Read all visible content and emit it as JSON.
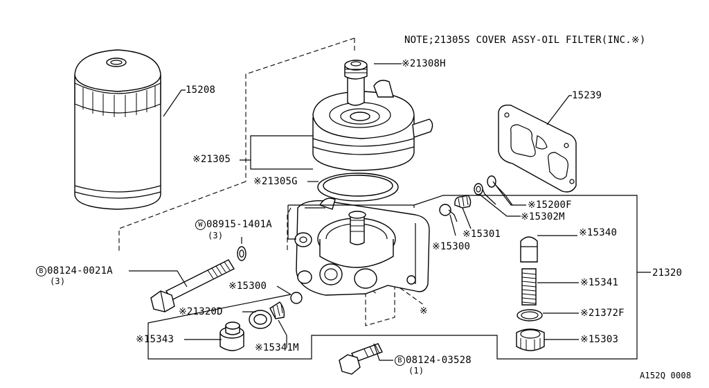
{
  "note": "NOTE;21305S COVER ASSY-OIL FILTER(INC.※)",
  "figure_code": "A152Q 0008",
  "labels": {
    "p15208": "15208",
    "p21308H": "※21308H",
    "p15239": "15239",
    "p21305": "※21305",
    "p21305G": "※21305G",
    "p15200F": "※15200F",
    "p15302M": "※15302M",
    "p15301": "※15301",
    "p15300a": "※15300",
    "p08915": "08915-1401A",
    "p08915_qty": "(3)",
    "p08915_mark": "W",
    "p08124a": "08124-0021A",
    "p08124a_qty": "(3)",
    "p08124a_mark": "B",
    "p15340": "※15340",
    "p21320": "21320",
    "p15341": "※15341",
    "p15300b": "※15300",
    "p21320D": "※21320D",
    "p21372F": "※21372F",
    "p15343": "※15343",
    "p15303": "※15303",
    "p15341M": "※15341M",
    "p08124b": "08124-03528",
    "p08124b_qty": "(1)",
    "p08124b_mark": "B",
    "asterisk": "※"
  }
}
